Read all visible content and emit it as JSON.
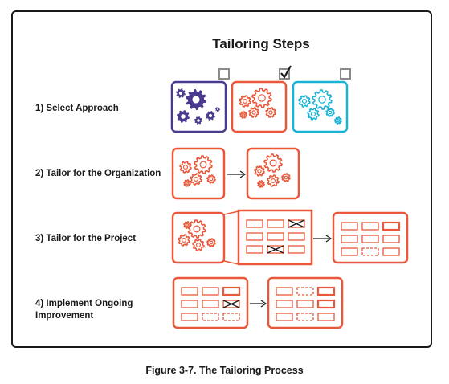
{
  "diagram": {
    "title": "Tailoring Steps",
    "caption": "Figure 3-7. The Tailoring Process",
    "steps": [
      {
        "label": "1) Select Approach"
      },
      {
        "label": "2) Tailor for the Organization"
      },
      {
        "label": "3) Tailor for the Project"
      },
      {
        "label": "4) Implement Ongoing\nImprovement"
      }
    ],
    "approach_options": [
      {
        "name": "purple-approach",
        "color": "#4b3a8f",
        "checked": false
      },
      {
        "name": "orange-approach",
        "color": "#e9583a",
        "checked": true
      },
      {
        "name": "cyan-approach",
        "color": "#1ab3d6",
        "checked": false
      }
    ],
    "colors": {
      "orange": "#e9583a",
      "purple": "#4b3a8f",
      "cyan": "#1ab3d6",
      "checkbox": "#8a8a8a",
      "text": "#1a1a1a"
    }
  }
}
